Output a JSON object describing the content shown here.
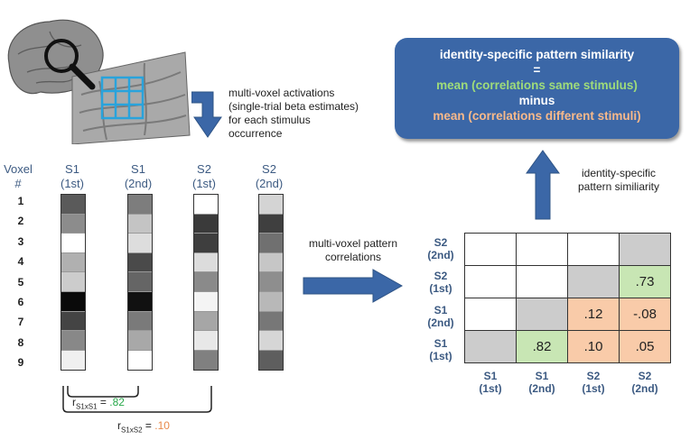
{
  "annotation_activations": [
    "multi-voxel activations",
    "(single-trial beta estimates)",
    "for each stimulus",
    "occurrence"
  ],
  "voxel_header": [
    "Voxel",
    "#"
  ],
  "voxel_numbers": [
    "1",
    "2",
    "3",
    "4",
    "5",
    "6",
    "7",
    "8",
    "9"
  ],
  "columns": [
    {
      "label": [
        "S1",
        "(1st)"
      ],
      "shades": [
        "#5a5a5a",
        "#8c8c8c",
        "#ffffff",
        "#b0b0b0",
        "#cccccc",
        "#0a0a0a",
        "#444444",
        "#888888",
        "#f0f0f0"
      ]
    },
    {
      "label": [
        "S1",
        "(2nd)"
      ],
      "shades": [
        "#7d7d7d",
        "#c4c4c4",
        "#dddddd",
        "#4a4a4a",
        "#656565",
        "#111111",
        "#7a7a7a",
        "#a8a8a8",
        "#ffffff"
      ]
    },
    {
      "label": [
        "S2",
        "(1st)"
      ],
      "shades": [
        "#ffffff",
        "#3a3a3a",
        "#3e3e3e",
        "#dcdcdc",
        "#8a8a8a",
        "#f4f4f4",
        "#a6a6a6",
        "#e8e8e8",
        "#808080"
      ]
    },
    {
      "label": [
        "S2",
        "(2nd)"
      ],
      "shades": [
        "#d4d4d4",
        "#3f3f3f",
        "#707070",
        "#c6c6c6",
        "#8e8e8e",
        "#b8b8b8",
        "#777777",
        "#d6d6d6",
        "#5e5e5e"
      ]
    }
  ],
  "r_same": {
    "prefix": "r",
    "subscript": "S1xS1",
    "equals": " = ",
    "value": ".82"
  },
  "r_diff": {
    "prefix": "r",
    "subscript": "S1xS2",
    "equals": " = ",
    "value": ".10"
  },
  "annotation_correlations": [
    "multi-voxel pattern",
    "correlations"
  ],
  "annotation_similarity": [
    "identity-specific",
    "pattern similiarity"
  ],
  "summary": {
    "line1": "identity-specific pattern similarity",
    "line2": "=",
    "line3": "mean (correlations same stimulus)",
    "line4": "minus",
    "line5": "mean (correlations different stimuli)"
  },
  "matrix": {
    "row_labels": [
      [
        "S2",
        "(2nd)"
      ],
      [
        "S2",
        "(1st)"
      ],
      [
        "S1",
        "(2nd)"
      ],
      [
        "S1",
        "(1st)"
      ]
    ],
    "col_labels": [
      [
        "S1",
        "(1st)"
      ],
      [
        "S1",
        "(2nd)"
      ],
      [
        "S2",
        "(1st)"
      ],
      [
        "S2",
        "(2nd)"
      ]
    ],
    "rows": [
      [
        {
          "v": "",
          "c": "white"
        },
        {
          "v": "",
          "c": "white"
        },
        {
          "v": "",
          "c": "white"
        },
        {
          "v": "",
          "c": "gray"
        }
      ],
      [
        {
          "v": "",
          "c": "white"
        },
        {
          "v": "",
          "c": "white"
        },
        {
          "v": "",
          "c": "gray"
        },
        {
          "v": ".73",
          "c": "green"
        }
      ],
      [
        {
          "v": "",
          "c": "white"
        },
        {
          "v": "",
          "c": "gray"
        },
        {
          "v": ".12",
          "c": "orange"
        },
        {
          "v": "-.08",
          "c": "orange"
        }
      ],
      [
        {
          "v": "",
          "c": "gray"
        },
        {
          "v": ".82",
          "c": "green"
        },
        {
          "v": ".10",
          "c": "orange"
        },
        {
          "v": ".05",
          "c": "orange"
        }
      ]
    ]
  },
  "colors": {
    "green": "#c8e6b4",
    "orange": "#f9cba9",
    "gray": "#cccccc",
    "white": "#ffffff",
    "green_text": "#27a84a",
    "orange_text": "#e8894a",
    "summary_green": "#9fdc7a",
    "summary_orange": "#f8b98a",
    "arrow": "#3b67a7",
    "label_blue": "#3c5a82"
  }
}
